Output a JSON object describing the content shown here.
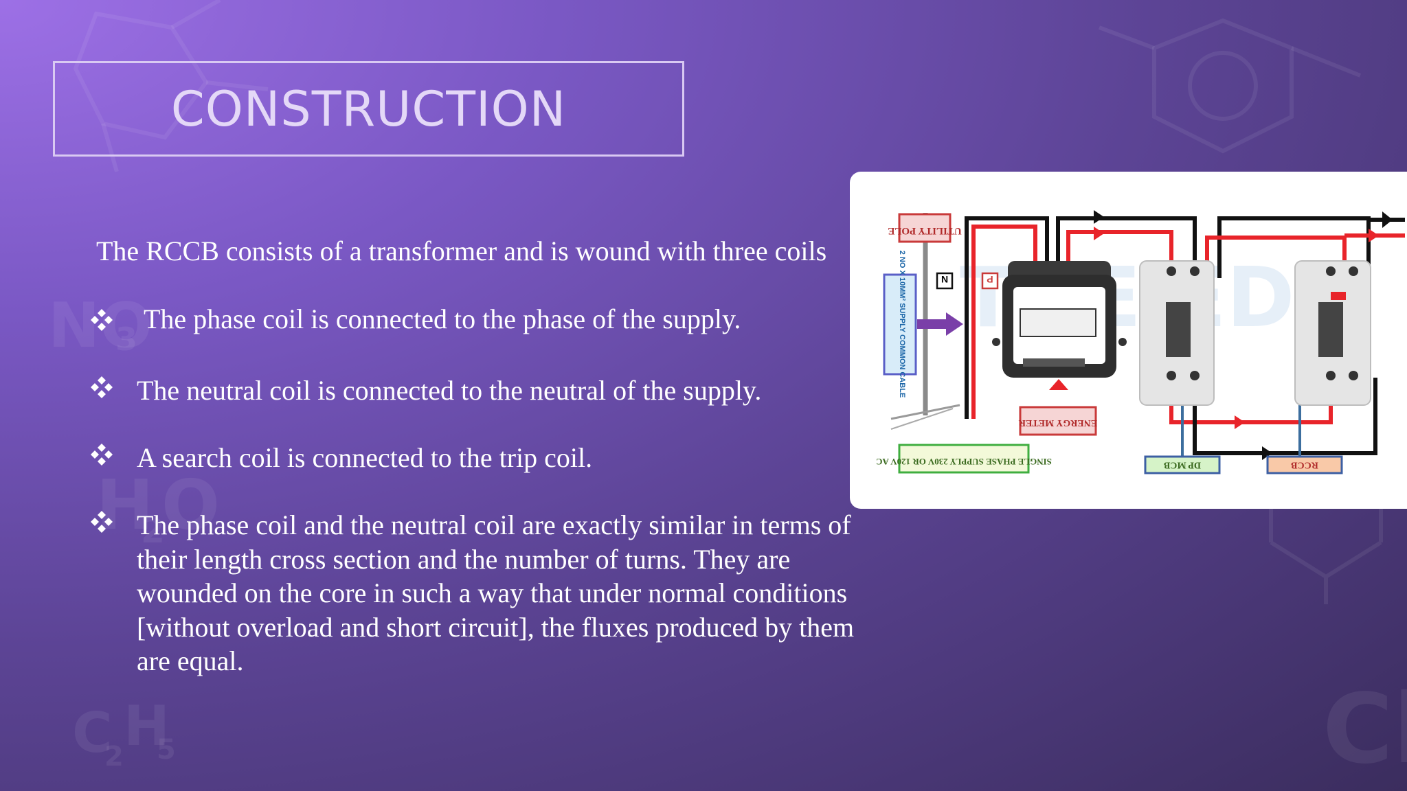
{
  "slide": {
    "title": "CONSTRUCTION",
    "intro": "The RCCB consists of a transformer and is wound with three coils",
    "bullets": [
      " The phase coil is connected to the phase of the supply.",
      "The neutral coil is connected to the neutral of the supply.",
      "A search coil is connected to the trip coil.",
      "The phase coil and the neutral coil are exactly similar in terms of their length cross section and the number of turns. They are wounded on the core in such a way that under normal conditions [without overload and short circuit], the fluxes produced by them are equal."
    ],
    "decor_symbols": [
      "NO",
      "3",
      "H",
      "2",
      "O",
      "C",
      "2",
      "H",
      "5",
      "Ch"
    ]
  },
  "diagram": {
    "labels": {
      "utility_pole": "UTILITY POLE",
      "n": "N",
      "p": "P",
      "side": "2 NO X 10MM² SUPPLY COMMON CABLE",
      "energy_meter": "ENERGY METER",
      "supply": "SINGLE PHASE SUPPLY 230V OR 120V AC",
      "dp_mcb": "DP MCB",
      "rccb": "RCCB",
      "watermark": "THE ED"
    },
    "colors": {
      "phase": "#e8242a",
      "neutral": "#111111",
      "earth": "#3c6e9e",
      "feed": "#7a3fa8"
    }
  }
}
